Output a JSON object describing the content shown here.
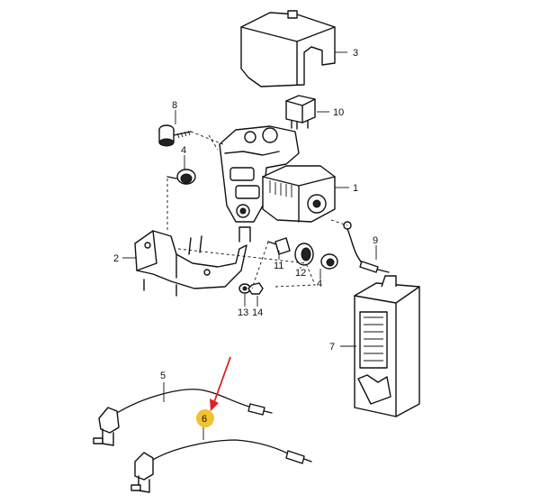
{
  "callouts": [
    {
      "id": "c1",
      "label": "1"
    },
    {
      "id": "c2",
      "label": "2"
    },
    {
      "id": "c3",
      "label": "3"
    },
    {
      "id": "c4a",
      "label": "4"
    },
    {
      "id": "c4b",
      "label": "4"
    },
    {
      "id": "c5",
      "label": "5"
    },
    {
      "id": "c6",
      "label": "6"
    },
    {
      "id": "c7",
      "label": "7"
    },
    {
      "id": "c8",
      "label": "8"
    },
    {
      "id": "c9",
      "label": "9"
    },
    {
      "id": "c10",
      "label": "10"
    },
    {
      "id": "c11",
      "label": "11"
    },
    {
      "id": "c12",
      "label": "12"
    },
    {
      "id": "c13",
      "label": "13"
    },
    {
      "id": "c14",
      "label": "14"
    }
  ],
  "colors": {
    "line": "#111111",
    "highlight_badge": "#f2c230",
    "arrow": "#e02020",
    "background": "#ffffff"
  }
}
